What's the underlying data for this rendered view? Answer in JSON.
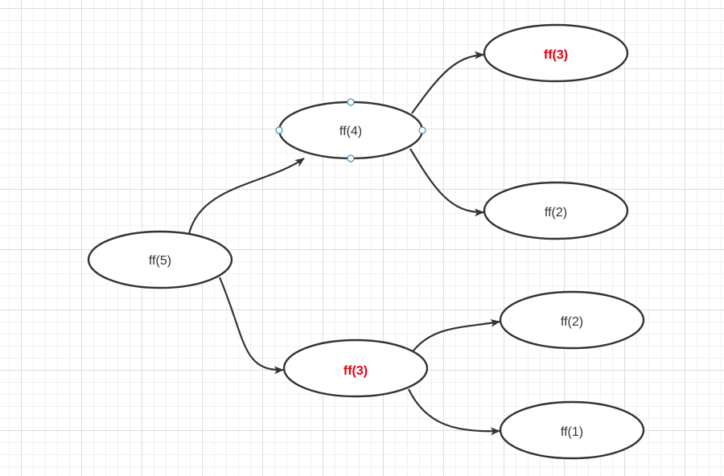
{
  "nodes": [
    {
      "id": "n5",
      "label": "ff(5)",
      "highlight": false
    },
    {
      "id": "n4",
      "label": "ff(4)",
      "highlight": false,
      "selected": true
    },
    {
      "id": "n3a",
      "label": "ff(3)",
      "highlight": true
    },
    {
      "id": "n2a",
      "label": "ff(2)",
      "highlight": false
    },
    {
      "id": "n3b",
      "label": "ff(3)",
      "highlight": true
    },
    {
      "id": "n2b",
      "label": "ff(2)",
      "highlight": false
    },
    {
      "id": "n1",
      "label": "ff(1)",
      "highlight": false
    }
  ],
  "edges": [
    {
      "from": "n5",
      "to": "n4"
    },
    {
      "from": "n5",
      "to": "n3b"
    },
    {
      "from": "n4",
      "to": "n3a"
    },
    {
      "from": "n4",
      "to": "n2a"
    },
    {
      "from": "n3b",
      "to": "n2b"
    },
    {
      "from": "n3b",
      "to": "n1"
    }
  ],
  "colors": {
    "highlight": "#e60012",
    "stroke": "#333333",
    "selection_handle": "#3a8fc4"
  }
}
